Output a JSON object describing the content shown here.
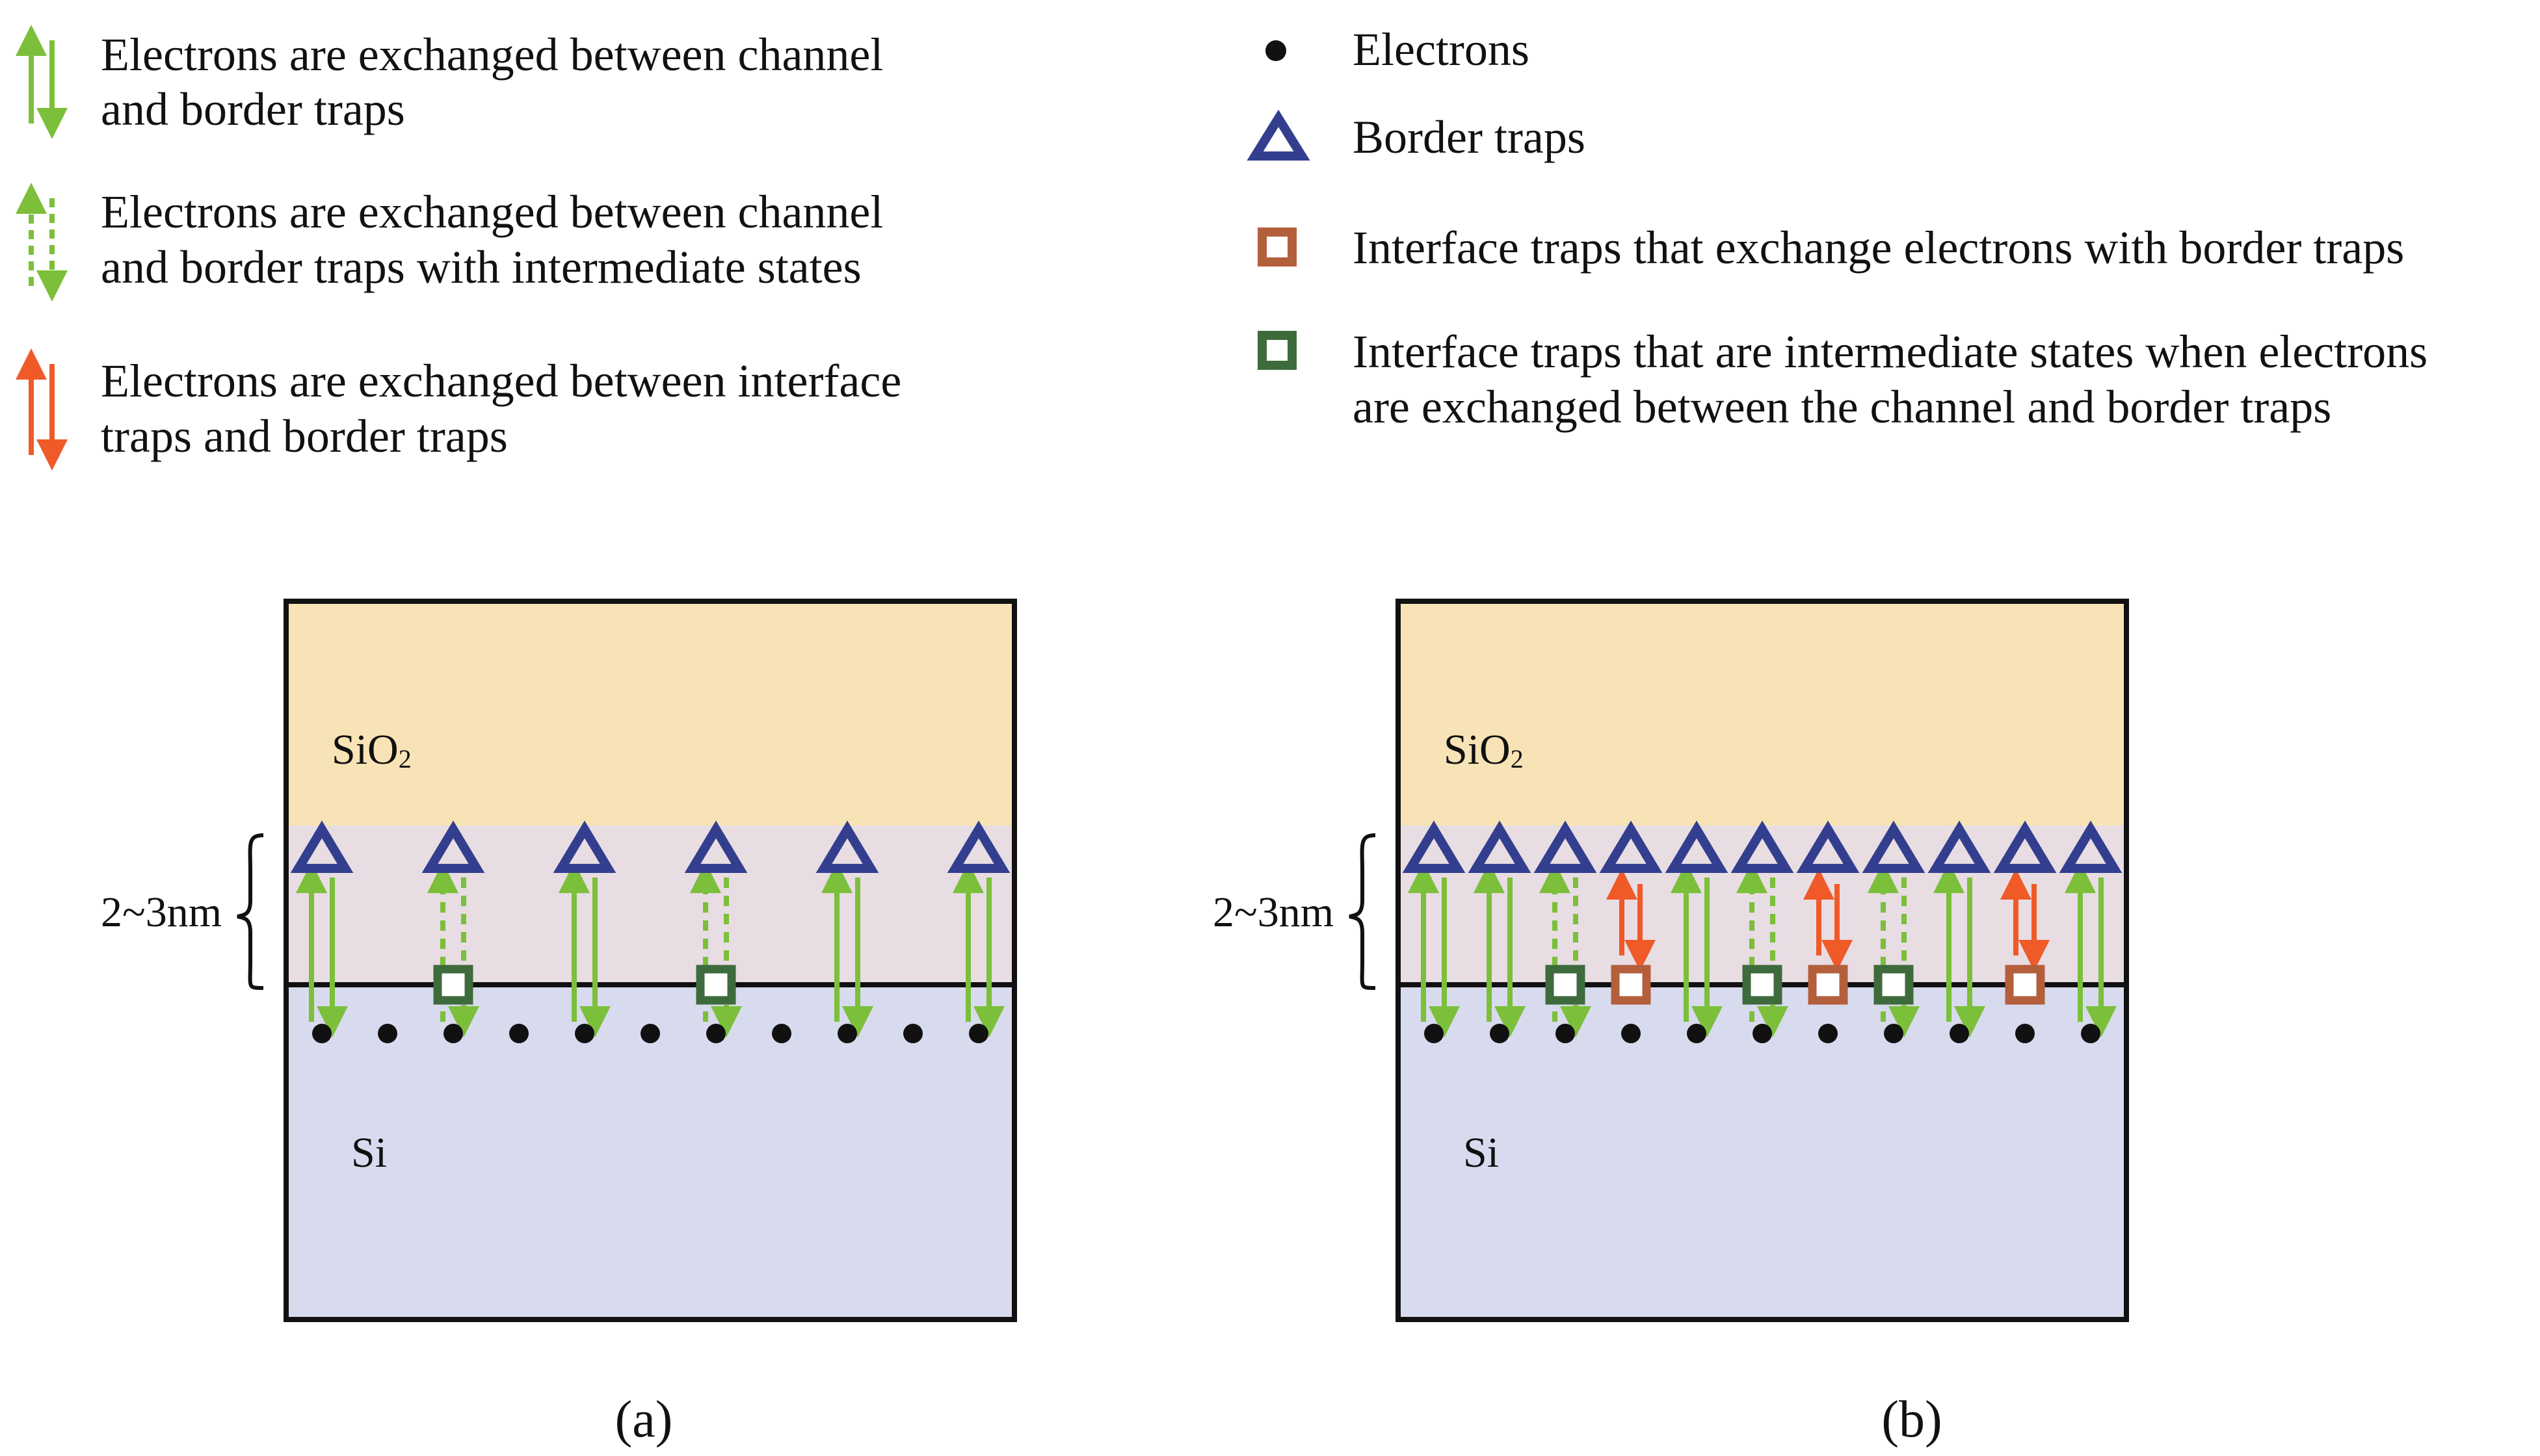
{
  "legend_left": [
    {
      "key": "channel-border",
      "lines": [
        "Electrons are exchanged between channel",
        "and border traps"
      ],
      "arrow_color": "#7cbf3a",
      "style": "solid"
    },
    {
      "key": "channel-border-intermediate",
      "lines": [
        "Electrons are exchanged between channel",
        "and border traps with intermediate states"
      ],
      "arrow_color": "#7cbf3a",
      "style": "dashed"
    },
    {
      "key": "interface-border",
      "lines": [
        "Electrons are exchanged between interface",
        "traps and border traps"
      ],
      "arrow_color": "#ef5a28",
      "style": "solid"
    }
  ],
  "legend_right": [
    {
      "key": "electron",
      "lines": [
        "Electrons"
      ],
      "symbol": "dot"
    },
    {
      "key": "border-trap",
      "lines": [
        "Border traps"
      ],
      "symbol": "triangle"
    },
    {
      "key": "interface-trap-exchange",
      "lines": [
        "Interface traps that exchange electrons with  border traps"
      ],
      "symbol": "square-brown"
    },
    {
      "key": "interface-trap-intermediate",
      "lines": [
        "Interface traps that are intermediate states when electrons",
        "are exchanged between the channel and border traps"
      ],
      "symbol": "square-green"
    }
  ],
  "colors": {
    "oxide": "#f7e3b5",
    "border_region": "#e8dde3",
    "silicon": "#d8dbee",
    "green": "#7cbf3a",
    "red": "#ef5a28",
    "triangle": "#333f8e",
    "brown_square": "#b45f3c",
    "green_square": "#3e6b3c",
    "outline": "#111111"
  },
  "panels": [
    {
      "id": "a",
      "label": "(a)",
      "oxide_label": "SiO",
      "oxide_subscript": "2",
      "silicon_label": "Si",
      "thickness_label": "2~3nm",
      "border_traps": 6,
      "electrons": 11,
      "arrow_pairs": [
        {
          "type": "solid",
          "slot": 0
        },
        {
          "type": "dashed",
          "slot": 1,
          "square": "green"
        },
        {
          "type": "solid",
          "slot": 2
        },
        {
          "type": "dashed",
          "slot": 3,
          "square": "green"
        },
        {
          "type": "solid",
          "slot": 4
        },
        {
          "type": "solid",
          "slot": 5
        }
      ]
    },
    {
      "id": "b",
      "label": "(b)",
      "oxide_label": "SiO",
      "oxide_subscript": "2",
      "silicon_label": "Si",
      "thickness_label": "2~3nm",
      "border_traps": 11,
      "electrons": 11,
      "arrow_pairs": [
        {
          "type": "solid",
          "slot": 0
        },
        {
          "type": "solid",
          "slot": 1
        },
        {
          "type": "dashed",
          "slot": 2,
          "square": "green"
        },
        {
          "type": "red",
          "slot": 3,
          "square": "brown"
        },
        {
          "type": "solid",
          "slot": 4
        },
        {
          "type": "dashed",
          "slot": 5,
          "square": "green"
        },
        {
          "type": "red",
          "slot": 6,
          "square": "brown"
        },
        {
          "type": "dashed",
          "slot": 7,
          "square": "green"
        },
        {
          "type": "solid",
          "slot": 8
        },
        {
          "type": "red",
          "slot": 9,
          "square": "brown"
        },
        {
          "type": "solid",
          "slot": 10
        }
      ]
    }
  ]
}
